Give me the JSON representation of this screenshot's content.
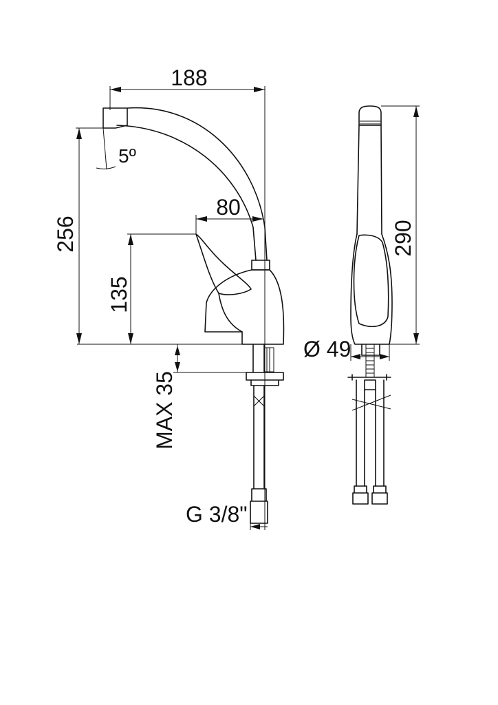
{
  "drawing": {
    "side_view": {
      "reach": "188",
      "spout_angle": "5º",
      "outlet_height": "256",
      "handle_offset": "80",
      "handle_height": "135",
      "max_thickness": "MAX 35",
      "connection_thread": "G 3/8\""
    },
    "front_view": {
      "total_height": "290",
      "base_diameter": "Ø 49"
    }
  }
}
